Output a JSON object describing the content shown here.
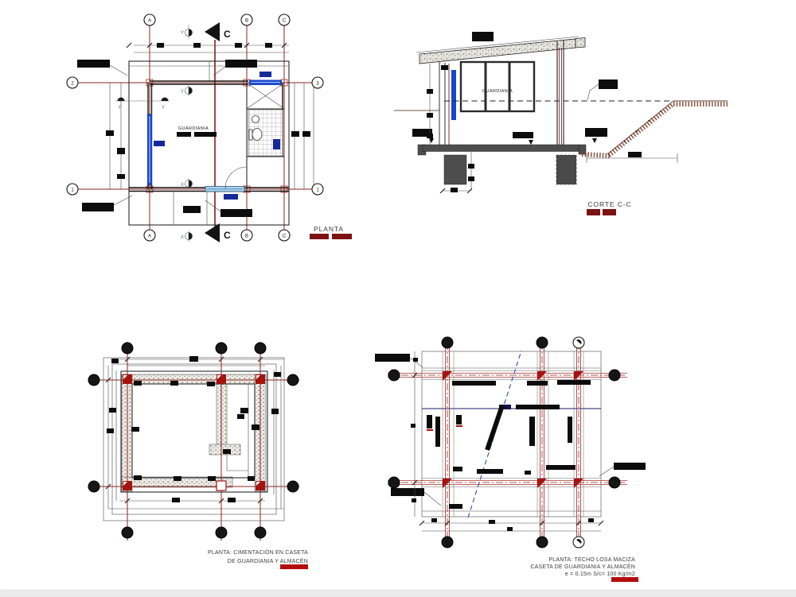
{
  "colors": {
    "axis_red": "#8b241c",
    "column_red": "#a51311",
    "caption_scale_maroon": "#7d1212",
    "caption_bar_red": "#b30e0e",
    "window_blue": "#1a43c4",
    "sill_light_blue": "#aad6ef",
    "glass_blue": "#9ecae4",
    "navy": "#16299b",
    "concrete_gray": "#4d4d4d",
    "terrain_brown": "#7a4030",
    "redaction_black": "#0c0c0c"
  },
  "floor_plan": {
    "caption": "PLANTA",
    "room_label": "GUARDIANIA",
    "section_cut": "C",
    "axes_top": [
      "A",
      "B",
      "C"
    ],
    "axes_bottom": [
      "A",
      "B",
      "C"
    ],
    "axes_left": [
      "2",
      "1"
    ],
    "axes_right": [
      "3",
      "1"
    ],
    "marker_x": "X",
    "marker_y": "Y"
  },
  "section": {
    "caption": "CORTE C-C",
    "room_label": "GUARDIANIA"
  },
  "foundation_plan": {
    "caption_lines": [
      "PLANTA: CIMENTACIÓN EN CASETA",
      "DE GUARDIANIA Y ALMACÉN"
    ]
  },
  "roof_plan": {
    "caption_lines": [
      "PLANTA: TECHO LOSA MACIZA",
      "CASETA DE GUARDIANIA Y ALMACÉN",
      "e = 0.15m S/c= 100 Kg/m2"
    ]
  }
}
